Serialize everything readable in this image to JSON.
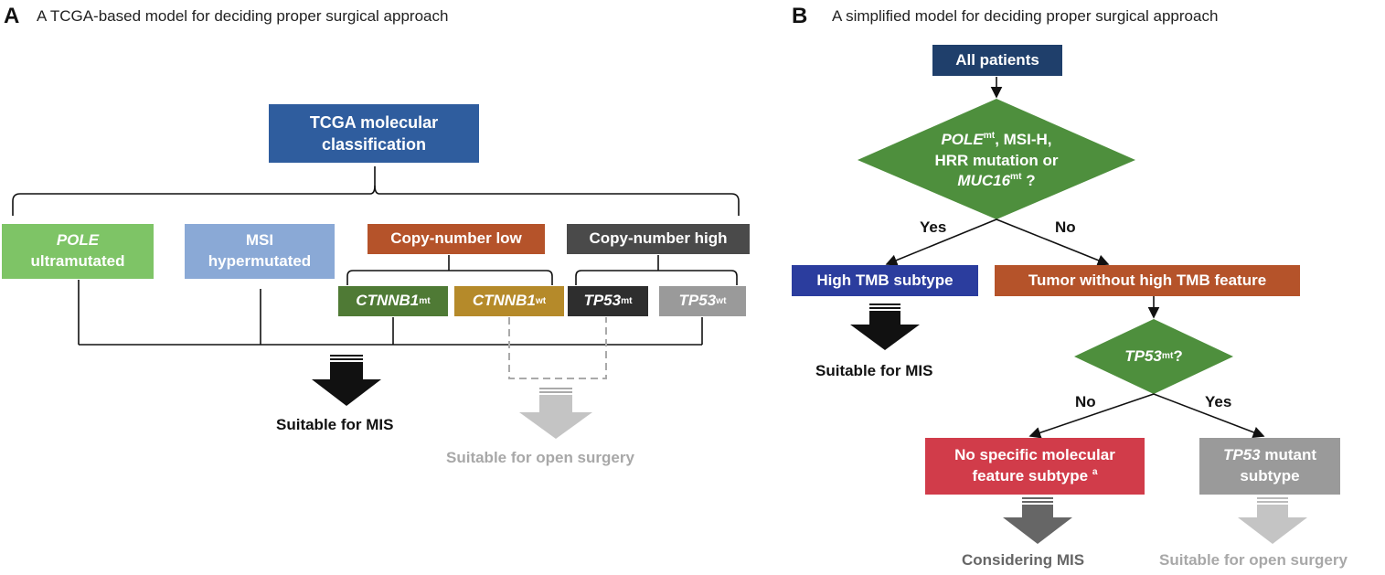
{
  "panel_a": {
    "letter": "A",
    "title": "A TCGA-based model for deciding proper surgical approach",
    "tcga_box": [
      "TCGA molecular",
      "classification"
    ],
    "pole": {
      "gene": "POLE",
      "text": "ultramutated"
    },
    "msi": [
      "MSI",
      "hypermutated"
    ],
    "cn_low": "Copy-number low",
    "cn_high": "Copy-number high",
    "ctnnb1_mt": {
      "gene": "CTNNB1",
      "sup": "mt"
    },
    "ctnnb1_wt": {
      "gene": "CTNNB1",
      "sup": "wt"
    },
    "tp53_mt": {
      "gene": "TP53",
      "sup": "mt"
    },
    "tp53_wt": {
      "gene": "TP53",
      "sup": "wt"
    },
    "mis_label": "Suitable for MIS",
    "open_label": "Suitable for open surgery"
  },
  "panel_b": {
    "letter": "B",
    "title": "A simplified model for deciding proper surgical approach",
    "all_patients": "All patients",
    "diamond1": {
      "l1_gene": "POLE",
      "l1_sup": "mt",
      "l1_rest": ", MSI-H,",
      "l2": "HRR mutation or",
      "l3_gene": "MUC16",
      "l3_sup": "mt",
      "l3_rest": " ?"
    },
    "yes1": "Yes",
    "no1": "No",
    "high_tmb": "High TMB subtype",
    "tumor_without": "Tumor without high TMB feature",
    "mis_label": "Suitable for MIS",
    "diamond2": {
      "gene": "TP53",
      "sup": "mt",
      "rest": "?"
    },
    "no2": "No",
    "yes2": "Yes",
    "nsmf": {
      "l1": "No specific molecular",
      "l2": "feature subtype",
      "note": "a"
    },
    "tp53_subtype": {
      "gene": "TP53",
      "rest": " mutant",
      "l2": "subtype"
    },
    "considering_label": "Considering MIS",
    "open_label": "Suitable for open surgery"
  },
  "colors": {
    "navy": "#1f3f6b",
    "blue": "#2f5d9e",
    "green_light": "#7ec466",
    "blue_light": "#8aa9d6",
    "rust": "#b5532a",
    "charcoal": "#4a4a4a",
    "green_dark": "#4f7a35",
    "gold": "#b58a2a",
    "dark": "#2e2e2e",
    "gray": "#9a9a9a",
    "diamond_green": "#4e8f3d",
    "indigo": "#2b3d9e",
    "red": "#d13c4a",
    "gray_text": "#a8a8a8"
  }
}
